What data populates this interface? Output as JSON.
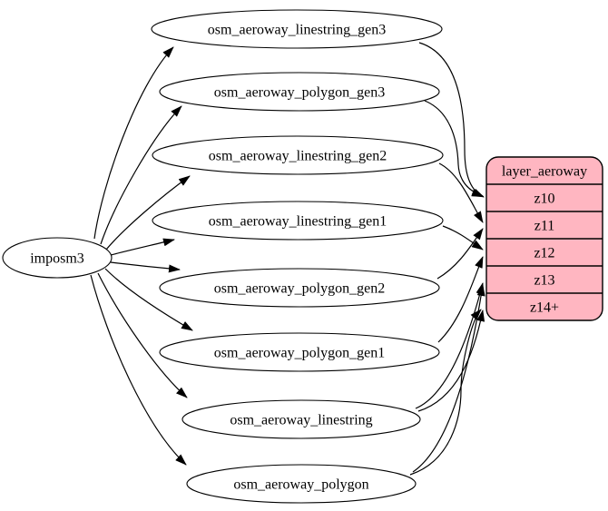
{
  "diagram": {
    "source": {
      "id": "imposm3",
      "label": "imposm3"
    },
    "tables": [
      {
        "id": "osm_aeroway_linestring_gen3",
        "label": "osm_aeroway_linestring_gen3"
      },
      {
        "id": "osm_aeroway_polygon_gen3",
        "label": "osm_aeroway_polygon_gen3"
      },
      {
        "id": "osm_aeroway_linestring_gen2",
        "label": "osm_aeroway_linestring_gen2"
      },
      {
        "id": "osm_aeroway_linestring_gen1",
        "label": "osm_aeroway_linestring_gen1"
      },
      {
        "id": "osm_aeroway_polygon_gen2",
        "label": "osm_aeroway_polygon_gen2"
      },
      {
        "id": "osm_aeroway_polygon_gen1",
        "label": "osm_aeroway_polygon_gen1"
      },
      {
        "id": "osm_aeroway_linestring",
        "label": "osm_aeroway_linestring"
      },
      {
        "id": "osm_aeroway_polygon",
        "label": "osm_aeroway_polygon"
      }
    ],
    "layer": {
      "title": "layer_aeroway",
      "rows": [
        {
          "id": "z10",
          "label": "z10"
        },
        {
          "id": "z11",
          "label": "z11"
        },
        {
          "id": "z12",
          "label": "z12"
        },
        {
          "id": "z13",
          "label": "z13"
        },
        {
          "id": "z14plus",
          "label": "z14+"
        }
      ]
    },
    "edges": {
      "from_source": [
        "osm_aeroway_linestring_gen3",
        "osm_aeroway_polygon_gen3",
        "osm_aeroway_linestring_gen2",
        "osm_aeroway_linestring_gen1",
        "osm_aeroway_polygon_gen2",
        "osm_aeroway_polygon_gen1",
        "osm_aeroway_linestring",
        "osm_aeroway_polygon"
      ],
      "to_layer": [
        {
          "from": "osm_aeroway_linestring_gen3",
          "to": "z10"
        },
        {
          "from": "osm_aeroway_polygon_gen3",
          "to": "z10"
        },
        {
          "from": "osm_aeroway_linestring_gen2",
          "to": "z11"
        },
        {
          "from": "osm_aeroway_polygon_gen2",
          "to": "z11"
        },
        {
          "from": "osm_aeroway_linestring_gen1",
          "to": "z12"
        },
        {
          "from": "osm_aeroway_polygon_gen1",
          "to": "z12"
        },
        {
          "from": "osm_aeroway_linestring",
          "to": "z13"
        },
        {
          "from": "osm_aeroway_linestring",
          "to": "z14plus"
        },
        {
          "from": "osm_aeroway_polygon",
          "to": "z13"
        },
        {
          "from": "osm_aeroway_polygon",
          "to": "z14plus"
        }
      ]
    },
    "colors": {
      "layer_fill": "#ffb6c1",
      "node_fill": "#ffffff",
      "stroke": "#000000",
      "background": "#ffffff"
    }
  }
}
